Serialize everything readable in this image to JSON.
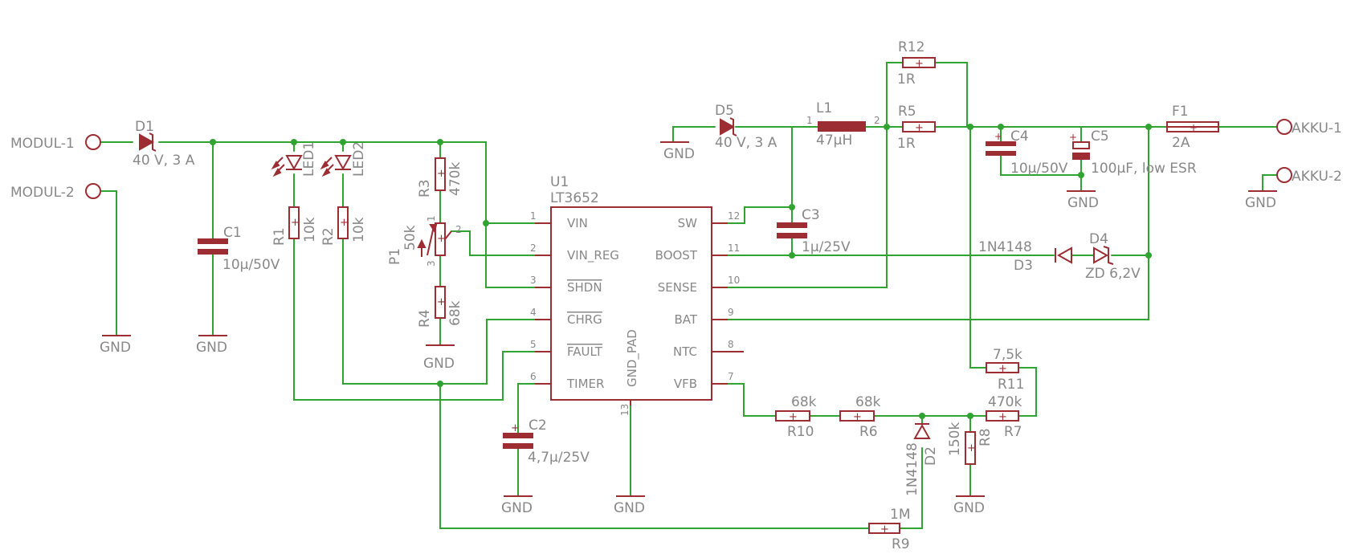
{
  "connectors": {
    "modul1": "MODUL-1",
    "modul2": "MODUL-2",
    "akku1": "AKKU-1",
    "akku2": "AKKU-2"
  },
  "gnd": "GND",
  "parts": {
    "d1": {
      "name": "D1",
      "value": "40 V, 3 A"
    },
    "d5": {
      "name": "D5",
      "value": "40 V, 3 A"
    },
    "c1": {
      "name": "C1",
      "value": "10µ/50V"
    },
    "c2": {
      "name": "C2",
      "value": "4,7µ/25V"
    },
    "c3": {
      "name": "C3",
      "value": "1µ/25V"
    },
    "c4": {
      "name": "C4",
      "value": "10µ/50V"
    },
    "c5": {
      "name": "C5",
      "value": "100µF, low ESR"
    },
    "led1": {
      "name": "LED1"
    },
    "led2": {
      "name": "LED2"
    },
    "r1": {
      "name": "R1",
      "value": "10k"
    },
    "r2": {
      "name": "R2",
      "value": "10k"
    },
    "r3": {
      "name": "R3",
      "value": "470k"
    },
    "r4": {
      "name": "R4",
      "value": "68k"
    },
    "p1": {
      "name": "P1",
      "value": "50k"
    },
    "l1": {
      "name": "L1",
      "value": "47µH"
    },
    "r12": {
      "name": "R12",
      "value": "1R"
    },
    "r5": {
      "name": "R5",
      "value": "1R"
    },
    "f1": {
      "name": "F1",
      "value": "2A"
    },
    "d3": {
      "name": "D3",
      "value": "1N4148"
    },
    "d4": {
      "name": "D4",
      "value": "ZD 6,2V"
    },
    "r11": {
      "name": "R11",
      "value": "7,5k"
    },
    "r7": {
      "name": "R7",
      "value": "470k"
    },
    "r10": {
      "name": "R10",
      "value": "68k"
    },
    "r6": {
      "name": "R6",
      "value": "68k"
    },
    "d2": {
      "name": "D2",
      "value": "1N4148"
    },
    "r8": {
      "name": "R8",
      "value": "150k"
    },
    "r9": {
      "name": "R9",
      "value": "1M"
    }
  },
  "ic": {
    "name": "U1",
    "value": "LT3652",
    "pad_label": "GND_PAD",
    "pad_num": "13",
    "left_pins": [
      {
        "num": "1",
        "name": "VIN"
      },
      {
        "num": "2",
        "name": "VIN_REG"
      },
      {
        "num": "3",
        "name": "SHDN"
      },
      {
        "num": "4",
        "name": "CHRG"
      },
      {
        "num": "5",
        "name": "FAULT"
      },
      {
        "num": "6",
        "name": "TIMER"
      }
    ],
    "right_pins": [
      {
        "num": "12",
        "name": "SW"
      },
      {
        "num": "11",
        "name": "BOOST"
      },
      {
        "num": "10",
        "name": "SENSE"
      },
      {
        "num": "9",
        "name": "BAT"
      },
      {
        "num": "8",
        "name": "NTC"
      },
      {
        "num": "7",
        "name": "VFB"
      }
    ]
  },
  "pot_pins": {
    "p1": "1",
    "p2": "2",
    "p3": "3"
  },
  "l1_pins": {
    "p1": "1",
    "p2": "2"
  }
}
